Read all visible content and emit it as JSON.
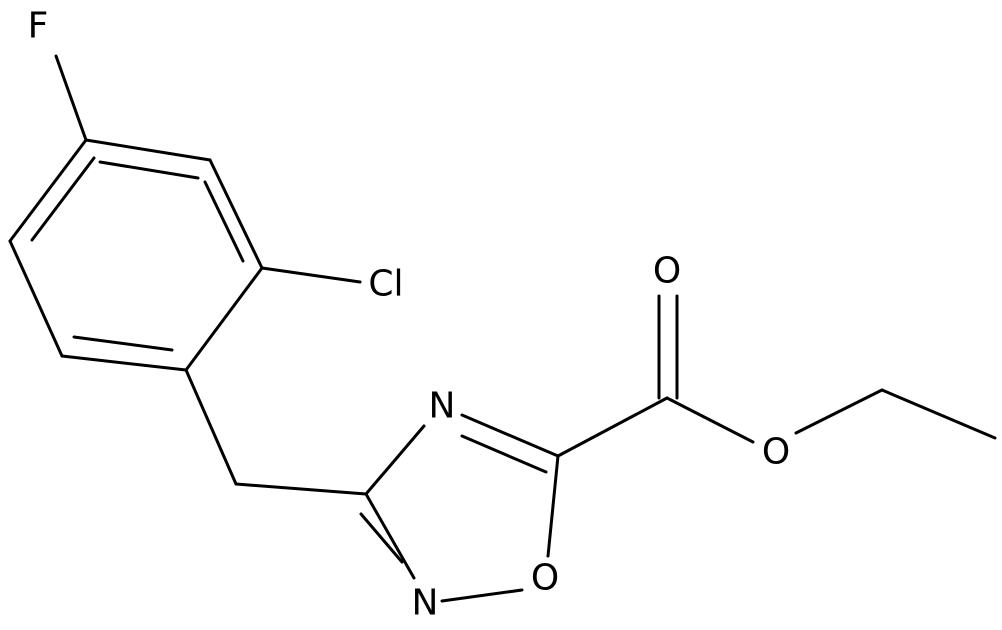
{
  "molecule": {
    "atoms": {
      "fluorine": "F",
      "chlorine": "Cl",
      "carbonyl_oxygen": "O",
      "ester_oxygen": "O",
      "ring_nitrogen_upper": "N",
      "ring_nitrogen_lower": "N",
      "ring_oxygen": "O"
    }
  },
  "colors": {
    "bond": "#000000",
    "label": "#000000",
    "background": "#ffffff"
  }
}
